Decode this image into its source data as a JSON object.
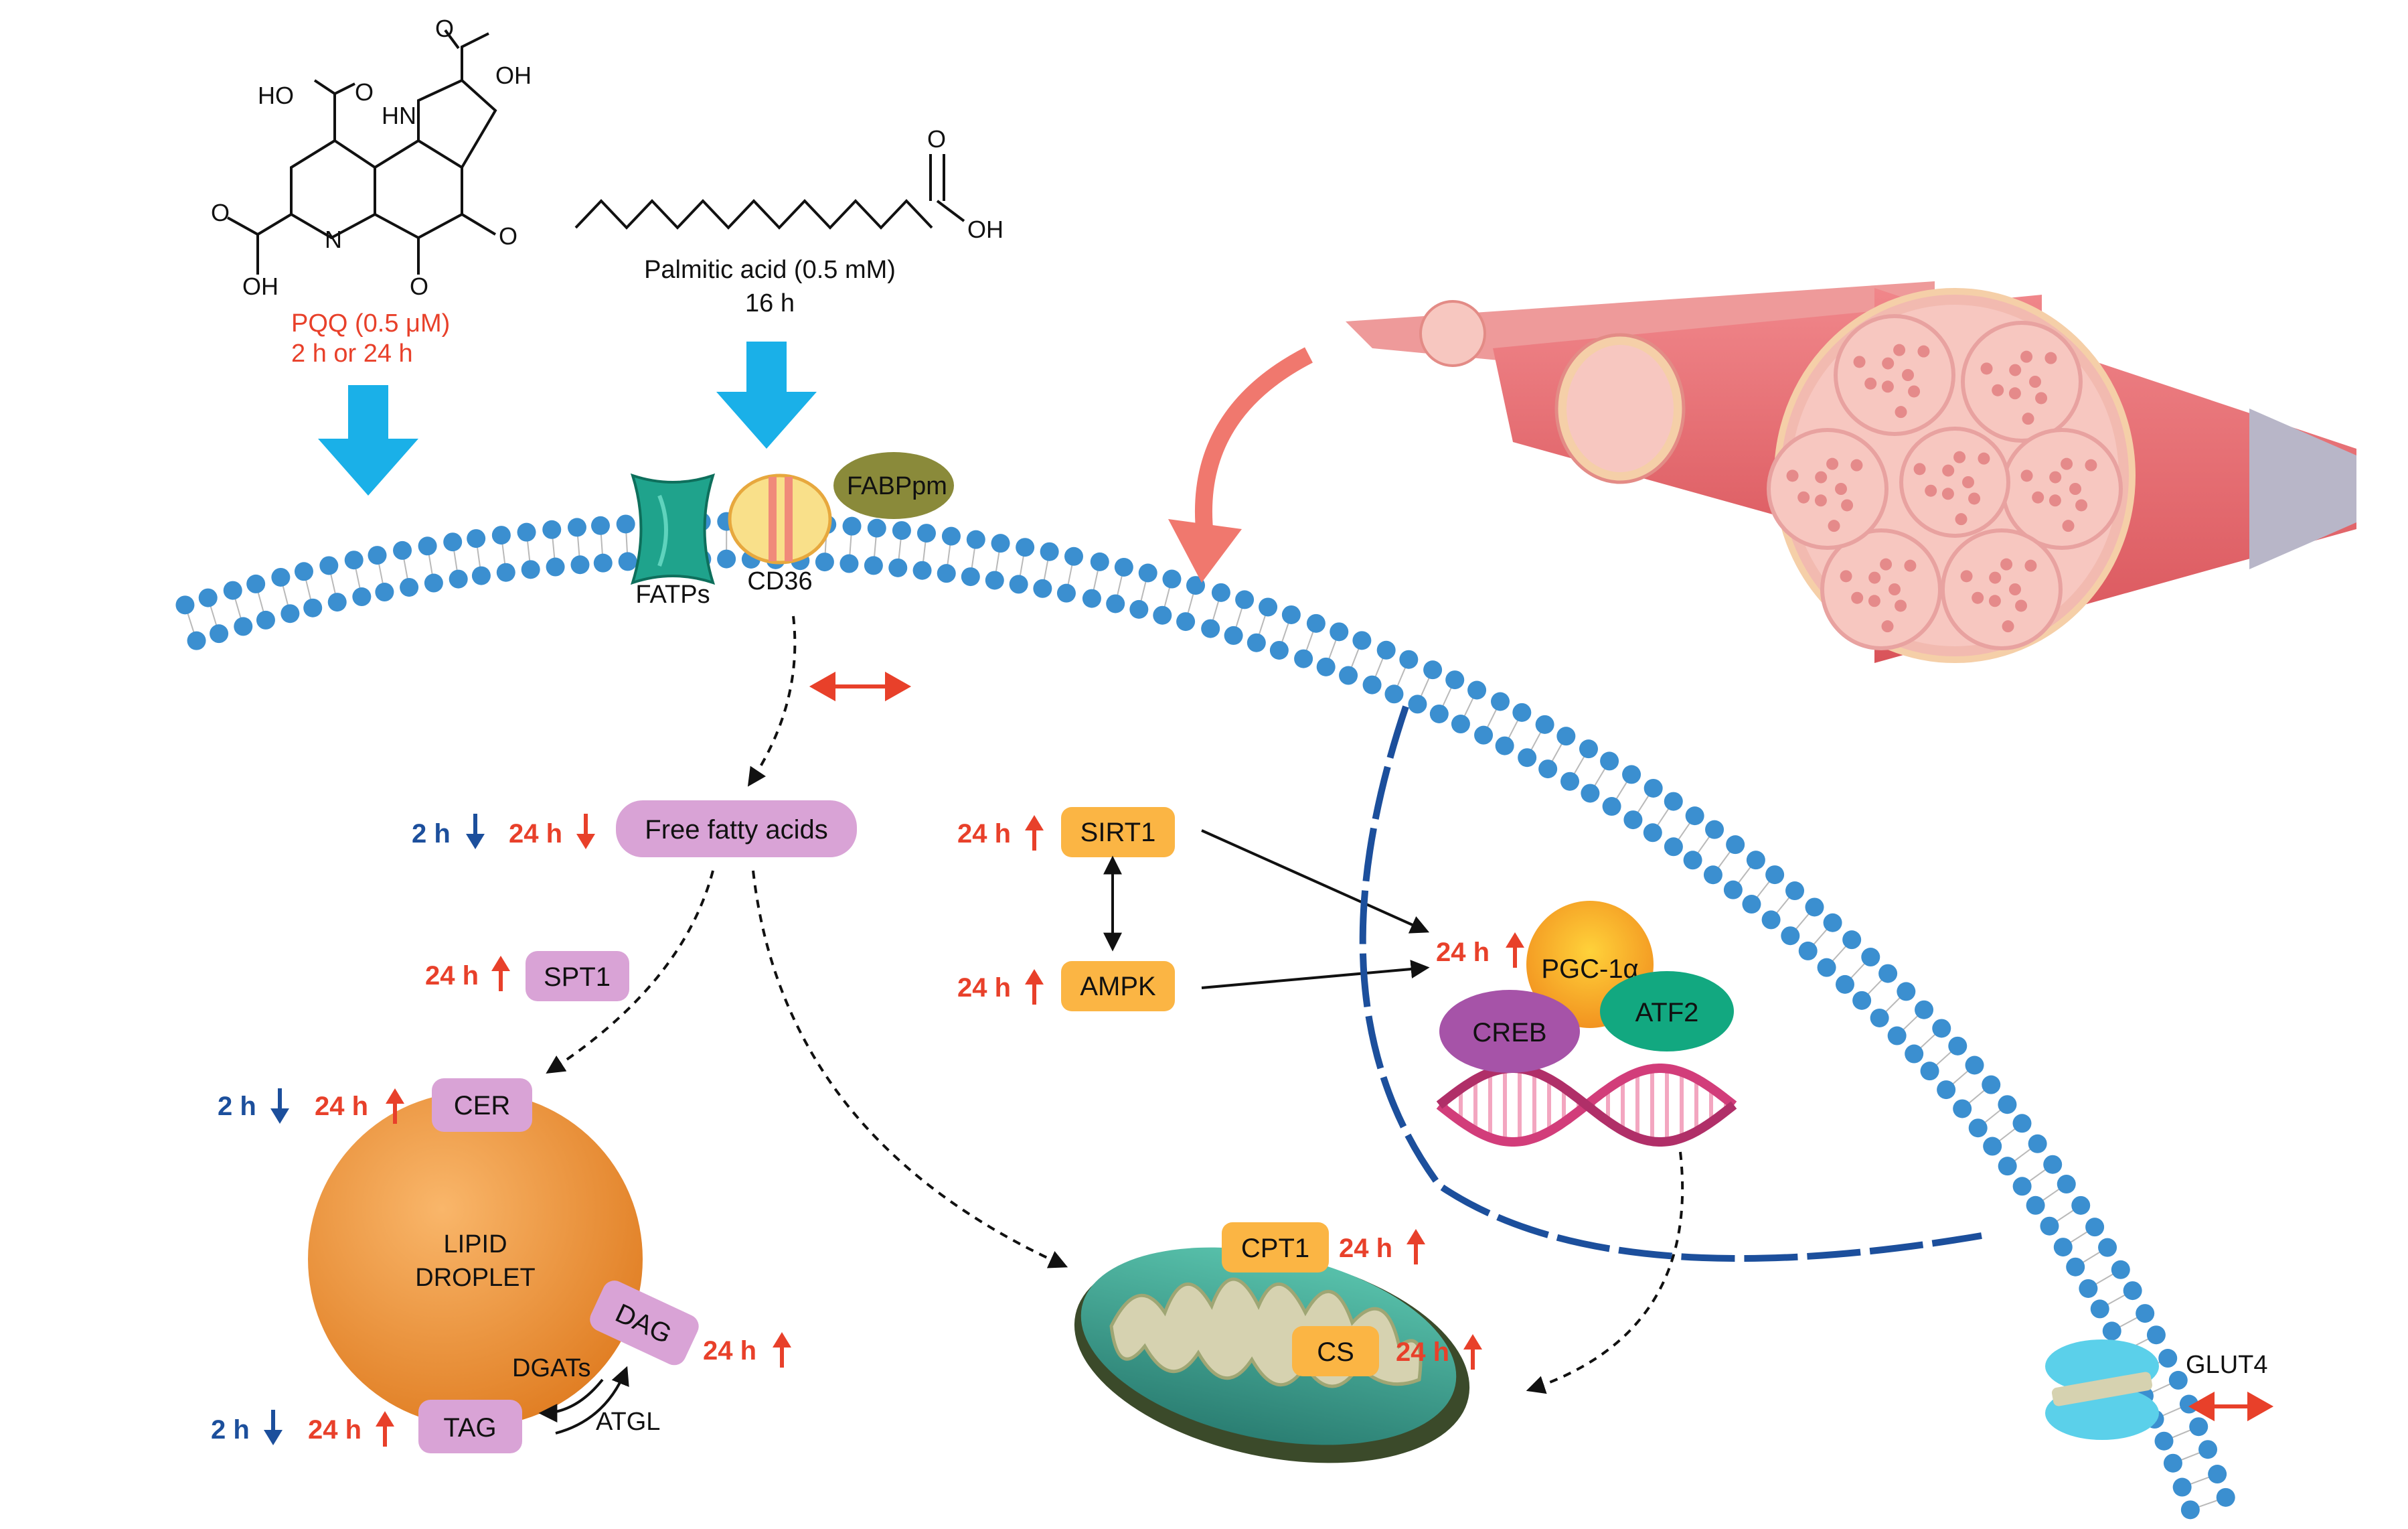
{
  "chemistry": {
    "pqq_atoms": {
      "ho_top": "HO",
      "o1": "O",
      "hn": "HN",
      "o2": "O",
      "oh_top": "OH",
      "o3": "O",
      "n": "N",
      "o4": "O",
      "o5": "O",
      "oh_bottom": "OH"
    },
    "pqq_label": "PQQ (0.5 μM)",
    "pqq_time": "2 h or 24 h",
    "palmitic_atoms": {
      "o": "O",
      "oh": "OH"
    },
    "palmitic_label": "Palmitic acid (0.5 mM)",
    "palmitic_time": "16 h"
  },
  "transporters": {
    "fatp": "FATPs",
    "cd36": "CD36",
    "fabppm": "FABPpm",
    "glut4": "GLUT4"
  },
  "nodes": {
    "ffa": "Free fatty acids",
    "spt1": "SPT1",
    "cer": "CER",
    "droplet_line1": "LIPID",
    "droplet_line2": "DROPLET",
    "dag": "DAG",
    "tag": "TAG",
    "dgats": "DGATs",
    "atgl": "ATGL",
    "sirt1": "SIRT1",
    "ampk": "AMPK",
    "pgc1a": "PGC-1α",
    "creb": "CREB",
    "atf2": "ATF2",
    "cpt1": "CPT1",
    "cs": "CS"
  },
  "timepoints": {
    "ffa_2h": "2 h",
    "ffa_24h": "24 h",
    "spt1_24h": "24 h",
    "cer_2h": "2 h",
    "cer_24h": "24 h",
    "dag_24h": "24 h",
    "tag_2h": "2 h",
    "tag_24h": "24 h",
    "sirt1_24h": "24 h",
    "ampk_24h": "24 h",
    "pgc_24h": "24 h",
    "cpt1_24h": "24 h",
    "cs_24h": "24 h"
  },
  "colors": {
    "up_red": "#e8402a",
    "down_blue": "#1c4f9c",
    "arrow_cyan": "#1ab0e8",
    "membrane_head": "#3b8fd0",
    "box_pink": "#d9a3d6",
    "box_orange": "#fbb544",
    "droplet": "#f2963a",
    "mito": "#3aa89a",
    "muscle": "#e8747a"
  }
}
